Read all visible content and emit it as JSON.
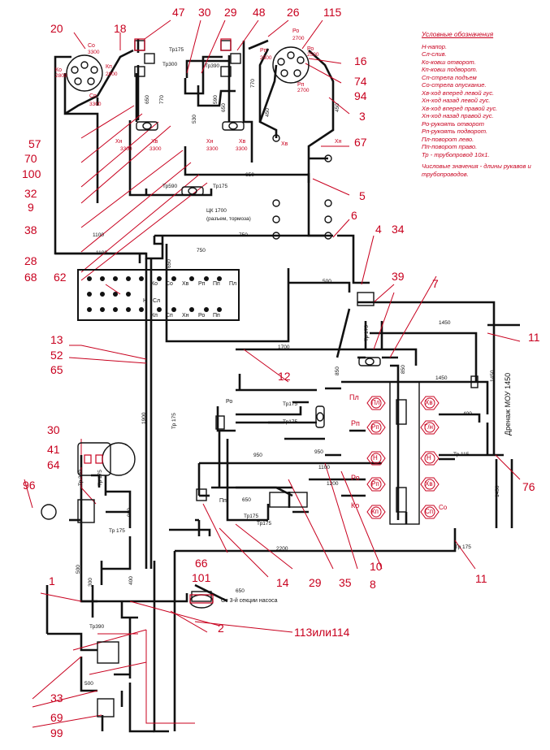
{
  "legend": {
    "title": "Условные обозначения",
    "items": [
      "Н-напор.",
      "Сл-слив.",
      "Ко-ковш отворот.",
      "Кп-ковш подворот.",
      "Сп-стрела подъем",
      "Со-стрела опускание.",
      "Хв-ход вперед левой гус.",
      "Хн-ход назад левой гус.",
      "Хв-ход вперед правой гус.",
      "Хн-ход назад правой гус.",
      "Ро-рукоять отворот",
      "Рп-рукоять подворот.",
      "Пл-поворот лево.",
      "Пп-поворот право.",
      "Тр - трубопровод 10х1."
    ],
    "note": "Числовые значения - длины рукавов и трубопроводов."
  },
  "callouts": {
    "c1": "1",
    "c2": "2",
    "c3": "3",
    "c4": "4",
    "c5": "5",
    "c6": "6",
    "c7": "7",
    "c8": "8",
    "c9": "9",
    "c10": "10",
    "c11a": "11",
    "c11b": "11",
    "c12": "12",
    "c13": "13",
    "c14": "14",
    "c16": "16",
    "c18": "18",
    "c20": "20",
    "c26": "26",
    "c28": "28",
    "c29a": "29",
    "c29b": "29",
    "c30a": "30",
    "c30b": "30",
    "c32": "32",
    "c33": "33",
    "c34": "34",
    "c35": "35",
    "c38": "38",
    "c39": "39",
    "c41": "41",
    "c47": "47",
    "c48": "48",
    "c52": "52",
    "c57": "57",
    "c62": "62",
    "c64": "64",
    "c65": "65",
    "c66": "66",
    "c67": "67",
    "c68": "68",
    "c69": "69",
    "c70": "70",
    "c74": "74",
    "c76": "76",
    "c94": "94",
    "c96": "96",
    "c99": "99",
    "c100": "100",
    "c101": "101",
    "c113": "113или114",
    "c115": "115"
  },
  "pipes": {
    "l2800a": "2800",
    "l3300a": "3300",
    "l3300b": "3300",
    "l3300c": "3300",
    "l3300d": "3300",
    "l3300e": "3300",
    "l2500a": "2500",
    "l2700a": "2700",
    "l2500b": "2500",
    "l2700b": "2700",
    "l2800b": "2800",
    "l650a": "650",
    "l770a": "770",
    "l590a": "590",
    "l530a": "530",
    "l650b": "650",
    "l770b": "770",
    "l590b": "590",
    "l450a": "450",
    "l450b": "450",
    "tr175a": "Тр175",
    "tr300": "Тр300",
    "tr390": "Тр390",
    "tr590": "Тр590",
    "tr175b": "Тр175",
    "ck": "ЦК 1700",
    "ck2": "(разъем, тормоза)",
    "l650c": "650",
    "l1100a": "1100",
    "l750a": "750",
    "l750b": "750",
    "l1100b": "1100",
    "l650d": "650",
    "l500a": "500",
    "l1700": "1700",
    "l1450a": "1450",
    "l1450b": "1450",
    "l1450c": "1450",
    "l1450d": "1450",
    "l400": "400",
    "l850a": "850",
    "l850b": "850",
    "tr175c": "Тр 175",
    "tr175d": "Тр175",
    "tr175e": "Тр175",
    "tr115": "Тр 115",
    "tr175f": "Тр 175",
    "tr175g": "Тр 175",
    "l950a": "950",
    "l950b": "950",
    "l1100c": "1100",
    "l1200": "1200",
    "l650e": "650",
    "tr175h": "Тр175",
    "tr175i": "Тр175",
    "l2200": "2200",
    "l1900": "1900",
    "l650f": "650",
    "l500b": "500",
    "l300": "300",
    "l400b": "400",
    "l900": "900",
    "tr175j": "Тр 175",
    "tr390b": "Тр390",
    "l500c": "500",
    "tr300b": "Тр 300",
    "tr175k": "Тр 175",
    "drain": "Дренаж МОУ 1450",
    "sect": "От 3-й секции насоса"
  },
  "ports": {
    "Co1": "Со",
    "Kn1": "Кп",
    "Ko1": "Ко",
    "Cn1": "Сп",
    "Po1": "Ро",
    "Pn1": "Рп",
    "Rp1": "Рп",
    "Ro1": "Ро",
    "Xh1": "Хн",
    "Xv1": "Хв",
    "Xh2": "Хн",
    "Xv2": "Хв",
    "np1": "пр",
    "np2": "пр",
    "np3": "пр",
    "l1": "л",
    "l2": "л",
    "Xv3": "Хв",
    "Xh3": "Хн",
    "H62": "Н",
    "Ko62": "Ко",
    "Co62": "Со",
    "Xv62": "Хв",
    "Pn62": "Рп",
    "Pp62": "Пп",
    "Pl62": "Пл",
    "Kp62": "Кп",
    "Cp62": "Сп",
    "Xb62": "Хв",
    "Xh62": "Хн",
    "Po62": "Ро",
    "Pp62b": "Пп",
    "Sl62": "Сл",
    "Pl": "Пл",
    "Pn": "Рп",
    "H": "Н",
    "Pn2": "Рп",
    "Kn": "Кп",
    "Xv": "Хв",
    "Gn": "Г/н",
    "H2": "Н",
    "Xv4": "Хв",
    "Sp": "Сп",
    "So": "Со",
    "Rp": "Рп",
    "Ro2": "Ро",
    "Ko2": "Ко",
    "Ro3": "Ро",
    "Po4": "Ро",
    "Pp": "Пп"
  },
  "colors": {
    "line": "#111111",
    "accent": "#c8001e"
  }
}
